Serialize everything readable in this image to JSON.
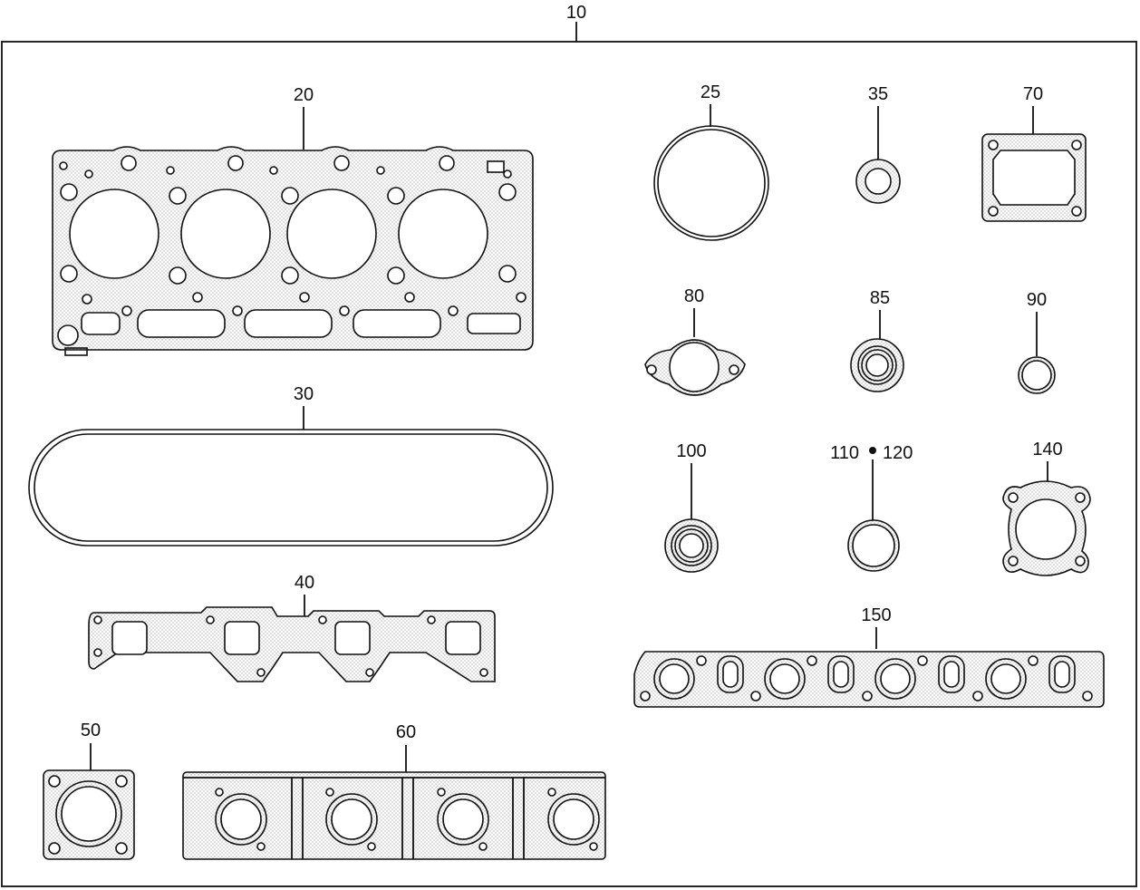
{
  "assembly": {
    "label": "10"
  },
  "parts": {
    "p20": "20",
    "p25": "25",
    "p30": "30",
    "p35": "35",
    "p40": "40",
    "p50": "50",
    "p60": "60",
    "p70": "70",
    "p80": "80",
    "p85": "85",
    "p90": "90",
    "p100": "100",
    "p110": "110",
    "p120": "120",
    "p140": "140",
    "p150": "150"
  },
  "colors": {
    "line": "#111111",
    "background": "#ffffff",
    "fill_dots": "#9a9a9a"
  }
}
